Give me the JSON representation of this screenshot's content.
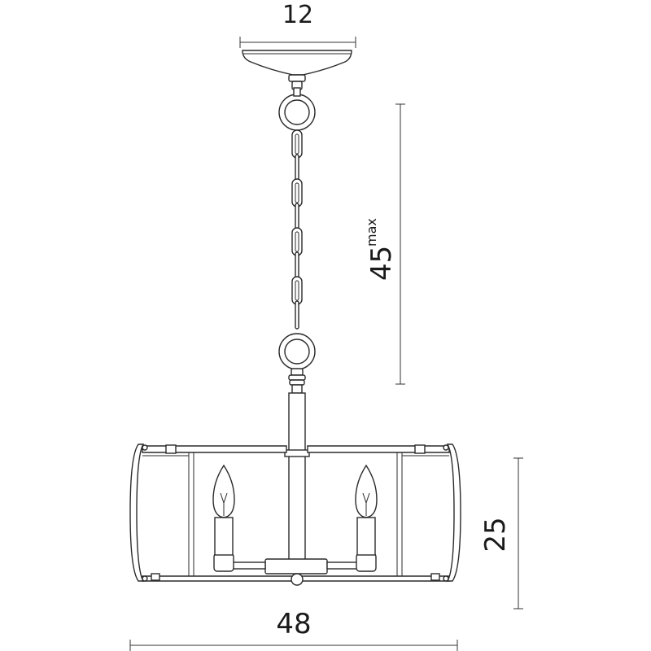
{
  "dimensions": {
    "top_width": {
      "value": "12"
    },
    "drop_height": {
      "value": "45",
      "suffix": "max"
    },
    "shade_height": {
      "value": "25"
    },
    "overall_width": {
      "value": "48"
    }
  },
  "colors": {
    "line": "#2a2a2a",
    "dimension": "#333333",
    "text": "#1a1a1a",
    "background": "#ffffff"
  }
}
